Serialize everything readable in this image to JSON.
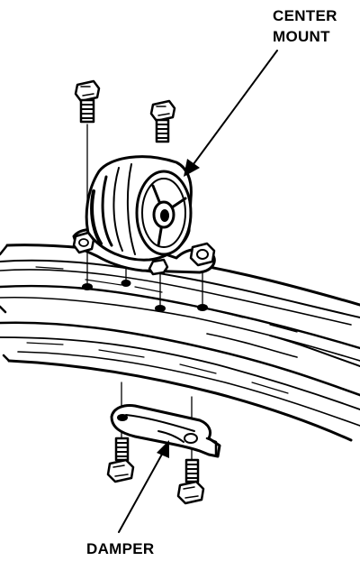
{
  "labels": {
    "center_mount_line1": "CENTER",
    "center_mount_line2": "MOUNT",
    "damper": "DAMPER"
  },
  "colors": {
    "ink": "#000000",
    "paper": "#ffffff"
  }
}
